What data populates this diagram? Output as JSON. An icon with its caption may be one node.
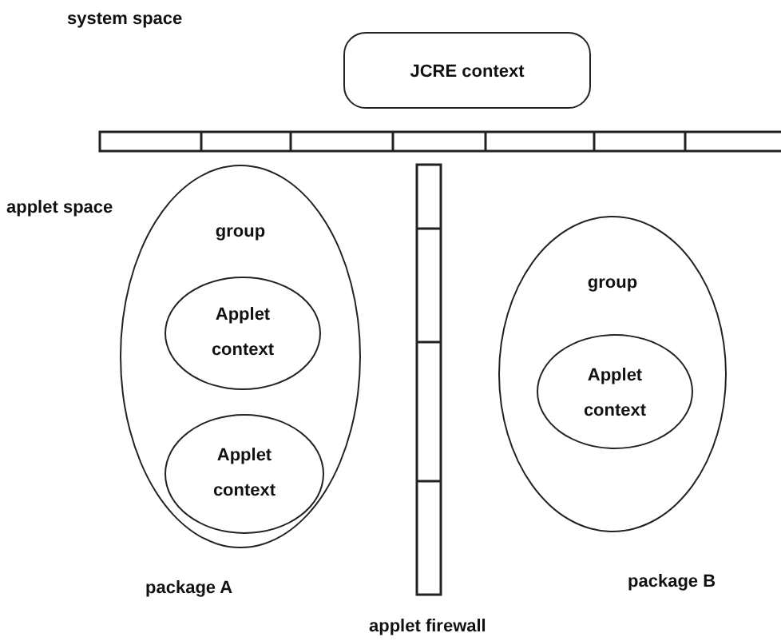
{
  "diagram": {
    "nodes": [
      {
        "text": [
          "JCRE context"
        ]
      },
      {
        "text": [
          "group"
        ],
        "beside": [
          "package A"
        ]
      },
      {
        "text": [
          "Applet context"
        ],
        "in": 1
      },
      {
        "text": [
          "Applet context"
        ],
        "in": 1
      },
      {
        "text": [
          "group"
        ],
        "beside": [
          "package B"
        ]
      },
      {
        "text": [
          "Applet context"
        ],
        "in": 4
      }
    ],
    "labels": [
      "system space",
      "applet space",
      "applet firewall"
    ]
  }
}
